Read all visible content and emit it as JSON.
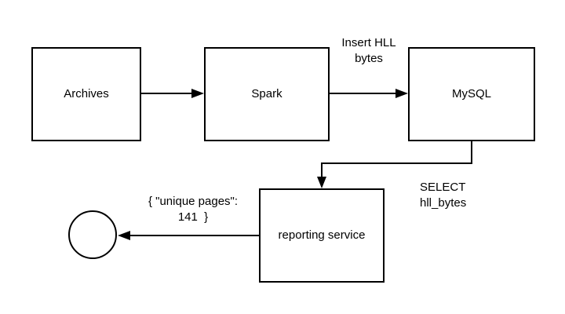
{
  "colors": {
    "stroke": "#000000",
    "background": "#ffffff",
    "text": "#000000"
  },
  "nodes": {
    "archives": {
      "label": "Archives",
      "shape": "rectangle"
    },
    "spark": {
      "label": "Spark",
      "shape": "rectangle"
    },
    "mysql": {
      "label": "MySQL",
      "shape": "rectangle"
    },
    "reporting": {
      "label": "reporting service",
      "shape": "rectangle"
    },
    "output": {
      "label": "",
      "shape": "circle"
    }
  },
  "edges": {
    "archives_to_spark": {
      "label": ""
    },
    "spark_to_mysql": {
      "label": "Insert HLL\nbytes"
    },
    "mysql_to_reporting": {
      "label": "SELECT\nhll_bytes"
    },
    "reporting_to_output": {
      "label": "{ \"unique pages\":\n141  }"
    }
  }
}
